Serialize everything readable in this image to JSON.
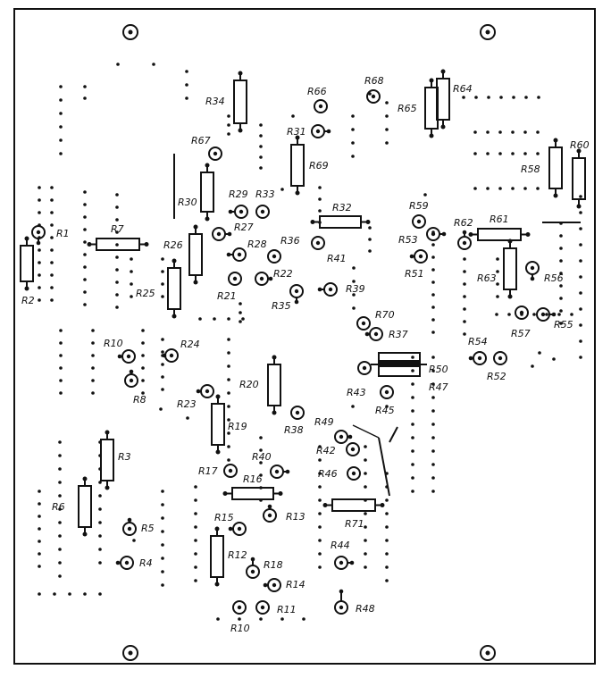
{
  "labels": {
    "R1": "R1",
    "R2": "R2",
    "R3": "R3",
    "R4": "R4",
    "R5": "R5",
    "R6": "R6",
    "R7": "R7",
    "R8": "R8",
    "R10a": "R10",
    "R10b": "R10",
    "R11": "R11",
    "R12": "R12",
    "R13": "R13",
    "R14": "R14",
    "R15": "R15",
    "R16": "R16",
    "R17": "R17",
    "R18": "R18",
    "R19": "R19",
    "R20": "R20",
    "R21": "R21",
    "R22": "R22",
    "R23": "R23",
    "R24": "R24",
    "R25": "R25",
    "R26": "R26",
    "R27": "R27",
    "R28": "R28",
    "R29": "R29",
    "R30": "R30",
    "R31": "R31",
    "R32": "R32",
    "R33": "R33",
    "R34": "R34",
    "R35": "R35",
    "R36": "R36",
    "R37": "R37",
    "R38": "R38",
    "R39": "R39",
    "R40": "R40",
    "R41": "R41",
    "R42": "R42",
    "R43": "R43",
    "R44": "R44",
    "R45": "R45",
    "R46": "R46",
    "R47": "R47",
    "R48": "R48",
    "R49": "R49",
    "R50": "R50",
    "R51": "R51",
    "R52": "R52",
    "R53": "R53",
    "R54": "R54",
    "R55": "R55",
    "R56": "R56",
    "R57": "R57",
    "R58": "R58",
    "R59": "R59",
    "R60": "R60",
    "R61": "R61",
    "R62": "R62",
    "R63": "R63",
    "R64": "R64",
    "R65": "R65",
    "R66": "R66",
    "R67": "R67",
    "R68": "R68",
    "R69": "R69",
    "R70": "R70",
    "R71": "R71"
  }
}
